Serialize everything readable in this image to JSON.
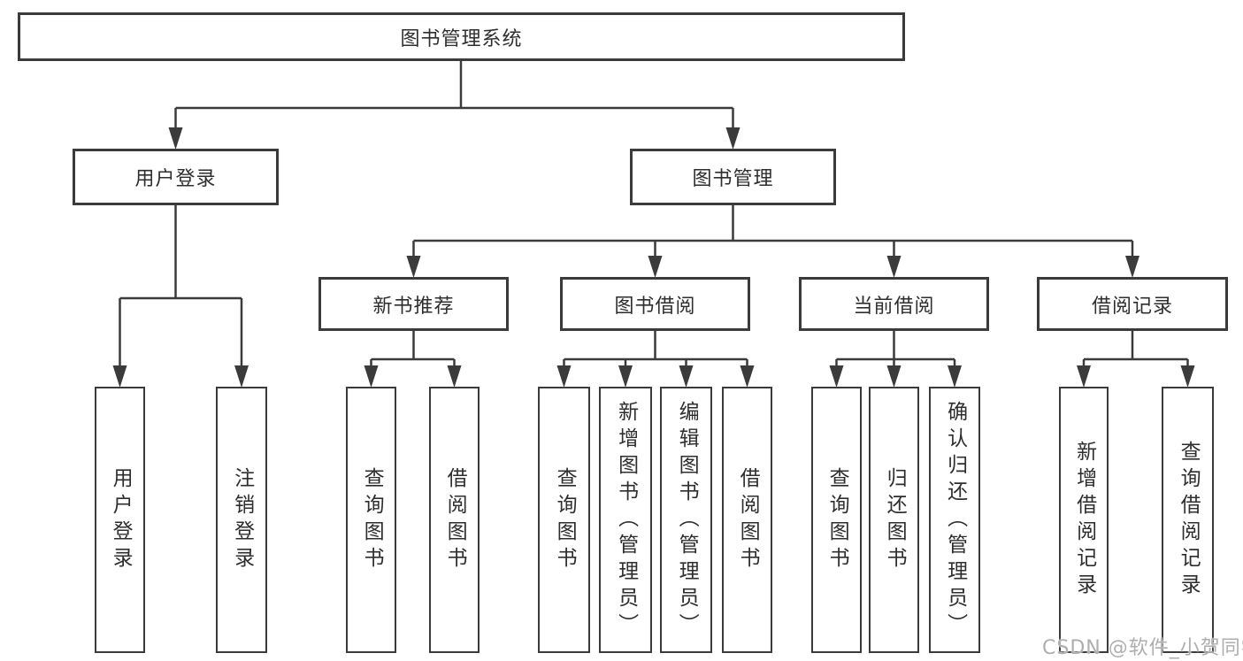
{
  "diagram": {
    "root": {
      "label": "图书管理系统"
    },
    "level2": [
      {
        "label": "用户登录"
      },
      {
        "label": "图书管理"
      }
    ],
    "level3": [
      {
        "label": "新书推荐"
      },
      {
        "label": "图书借阅"
      },
      {
        "label": "当前借阅"
      },
      {
        "label": "借阅记录"
      }
    ],
    "leaves": [
      {
        "label": "用户登录",
        "parent": "用户登录"
      },
      {
        "label": "注销登录",
        "parent": "用户登录"
      },
      {
        "label": "查询图书",
        "parent": "新书推荐"
      },
      {
        "label": "借阅图书",
        "parent": "新书推荐"
      },
      {
        "label": "查询图书",
        "parent": "图书借阅"
      },
      {
        "label": "新增图书（管理员）",
        "parent": "图书借阅"
      },
      {
        "label": "编辑图书（管理员）",
        "parent": "图书借阅"
      },
      {
        "label": "借阅图书",
        "parent": "图书借阅"
      },
      {
        "label": "查询图书",
        "parent": "当前借阅"
      },
      {
        "label": "归还图书",
        "parent": "当前借阅"
      },
      {
        "label": "确认归还（管理员）",
        "parent": "当前借阅"
      },
      {
        "label": "新增借阅记录",
        "parent": "借阅记录"
      },
      {
        "label": "查询借阅记录",
        "parent": "借阅记录"
      }
    ]
  },
  "watermark": {
    "text": "CSDN @软件_小贺同学"
  },
  "colors": {
    "line": "#3b3b3b",
    "text": "#2e2e2e",
    "watermark": "#aeaeae",
    "background": "#ffffff"
  }
}
